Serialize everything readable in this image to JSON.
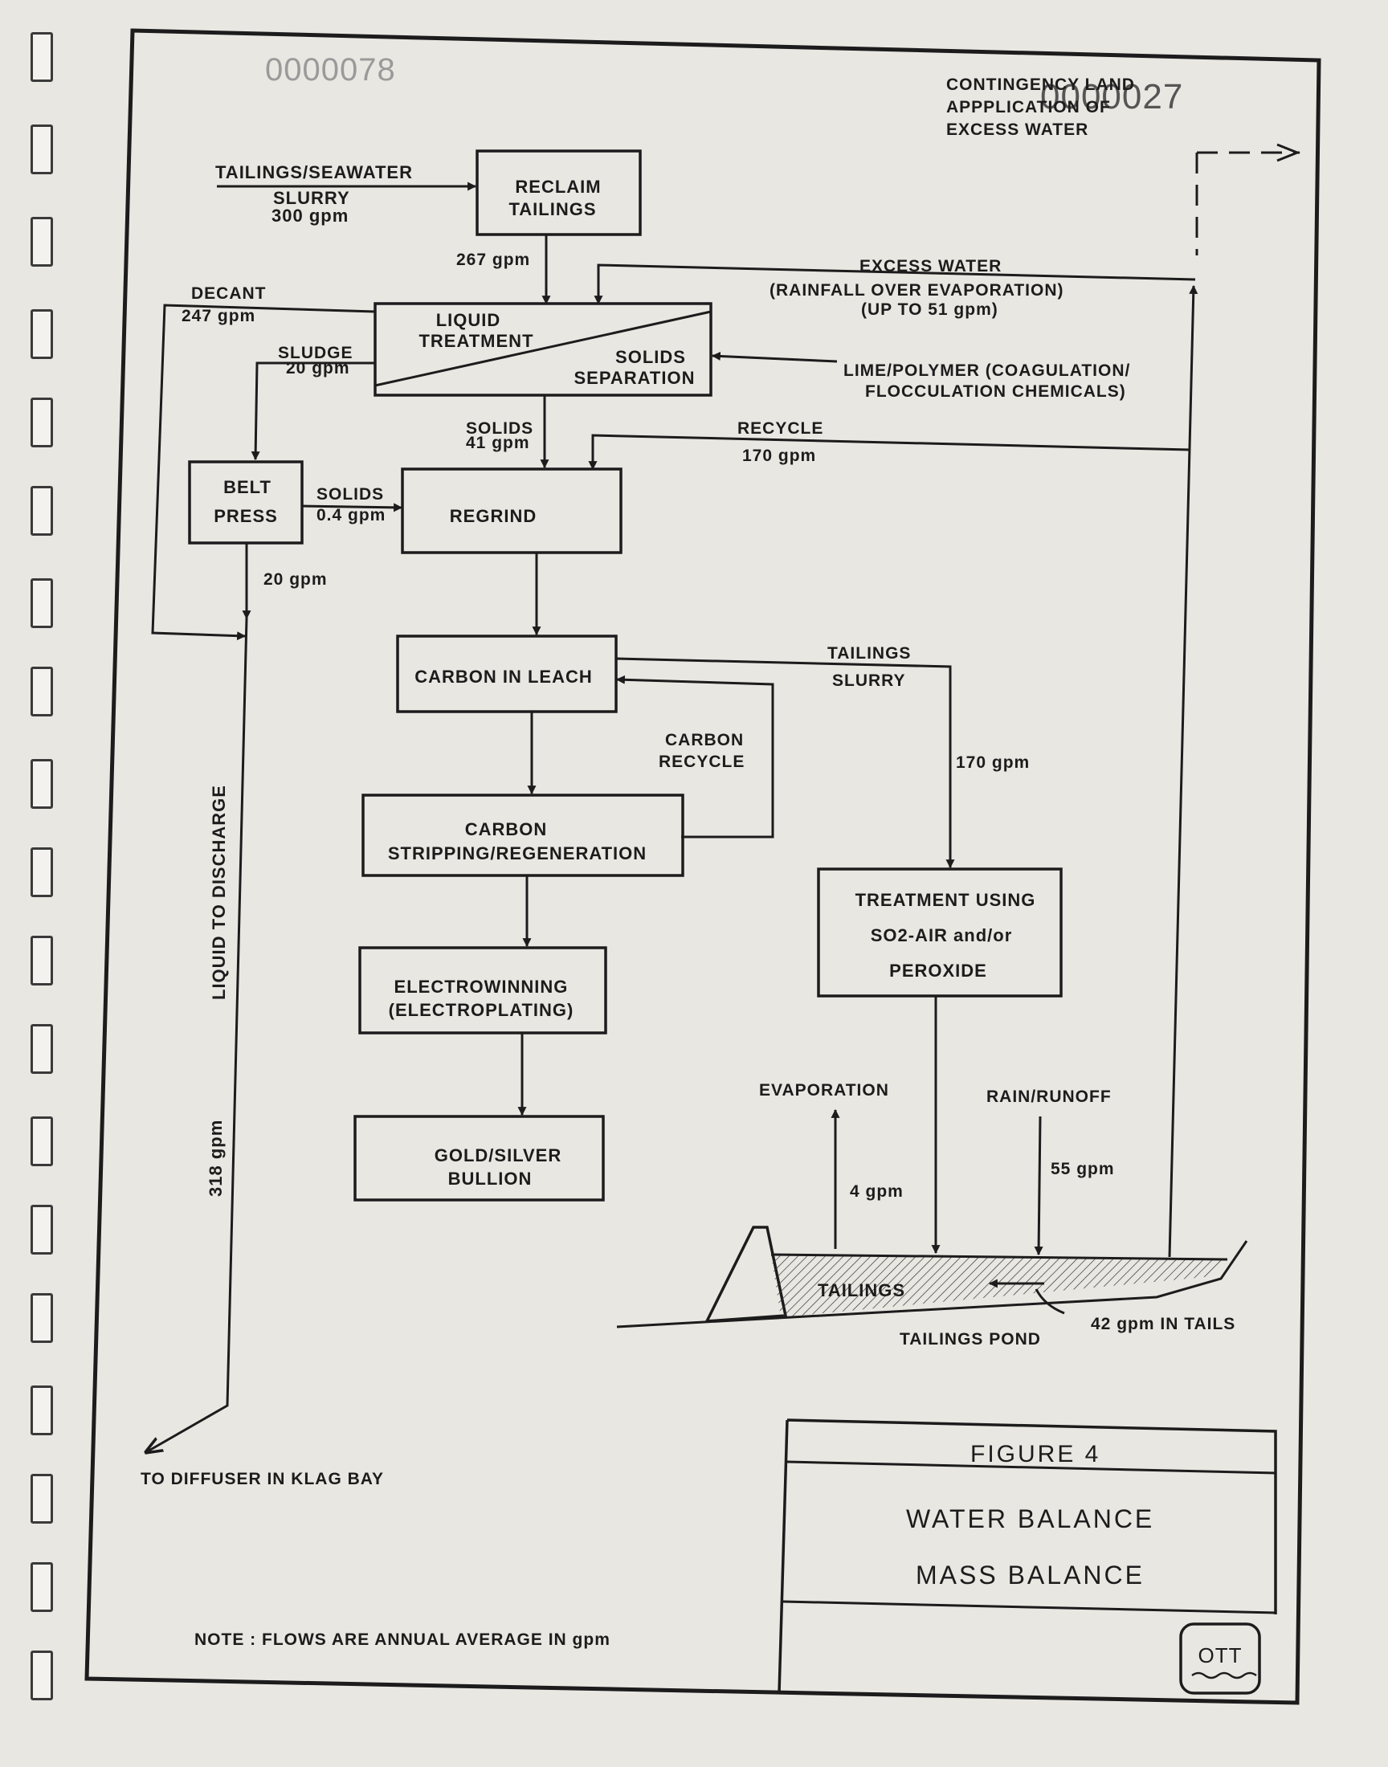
{
  "stamp": {
    "top": "0000078",
    "right": "0000027"
  },
  "contingency": {
    "line1": "CONTINGENCY LAND",
    "line2": "APPPLICATION OF",
    "line3": "EXCESS WATER"
  },
  "inflow": {
    "label1": "TAILINGS/SEAWATER",
    "label2": "SLURRY",
    "flow": "300 gpm"
  },
  "boxes": {
    "reclaim": {
      "line1": "RECLAIM",
      "line2": "TAILINGS"
    },
    "liquid_treatment": {
      "line1": "LIQUID",
      "line2": "TREATMENT"
    },
    "solids_separation": {
      "line1": "SOLIDS",
      "line2": "SEPARATION"
    },
    "belt_press": {
      "line1": "BELT",
      "line2": "PRESS"
    },
    "regrind": "REGRIND",
    "carbon_in_leach": "CARBON IN LEACH",
    "carbon_stripping": {
      "line1": "CARBON",
      "line2": "STRIPPING/REGENERATION"
    },
    "electrowinning": {
      "line1": "ELECTROWINNING",
      "line2": "(ELECTROPLATING)"
    },
    "bullion": {
      "line1": "GOLD/SILVER",
      "line2": "BULLION"
    },
    "treatment": {
      "line1": "TREATMENT USING",
      "line2": "SO2-AIR and/or",
      "line3": "PEROXIDE"
    }
  },
  "flows": {
    "reclaim_out": "267 gpm",
    "decant_label": "DECANT",
    "decant_flow": "247 gpm",
    "sludge_label": "SLUDGE",
    "sludge_flow": "20 gpm",
    "solids_label": "SOLIDS",
    "solids_flow": "41 gpm",
    "belt_solids_label": "SOLIDS",
    "belt_solids_flow": "0.4 gpm",
    "belt_out": "20 gpm",
    "excess_water_1": "EXCESS WATER",
    "excess_water_2": "(RAINFALL OVER EVAPORATION)",
    "excess_water_3": "(UP TO 51 gpm)",
    "lime_1": "LIME/POLYMER (COAGULATION/",
    "lime_2": "FLOCCULATION CHEMICALS)",
    "recycle_label": "RECYCLE",
    "recycle_flow": "170 gpm",
    "tailings_slurry_1": "TAILINGS",
    "tailings_slurry_2": "SLURRY",
    "tailings_slurry_flow": "170 gpm",
    "carbon_recycle_1": "CARBON",
    "carbon_recycle_2": "RECYCLE",
    "evaporation": "EVAPORATION",
    "evaporation_flow": "4 gpm",
    "rain_runoff": "RAIN/RUNOFF",
    "rain_flow": "55 gpm",
    "tails_flow": "42 gpm IN TAILS",
    "liquid_to_discharge": "LIQUID TO DISCHARGE",
    "discharge_flow": "318 gpm",
    "diffuser": "TO DIFFUSER IN KLAG BAY"
  },
  "pond": {
    "tailings": "TAILINGS",
    "pond_label": "TAILINGS POND"
  },
  "note": "NOTE : FLOWS ARE ANNUAL AVERAGE IN gpm",
  "title_block": {
    "figure": "FIGURE 4",
    "line1": "WATER BALANCE",
    "line2": "MASS BALANCE",
    "logo": "OTT"
  }
}
